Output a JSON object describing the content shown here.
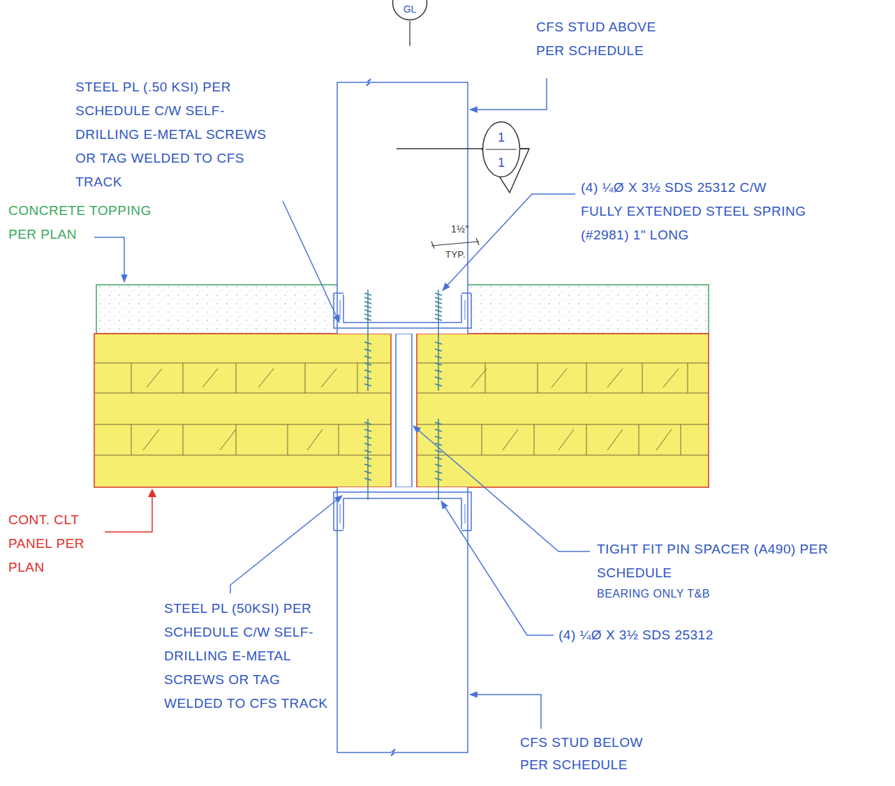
{
  "diagram": {
    "nodes": [
      {
        "text": [
          "GL"
        ]
      },
      {
        "text": [
          "1",
          "1"
        ]
      }
    ],
    "labels": [
      "STEEL PL (.50 KSI) PER SCHEDULE C/W SELF-DRILLING E-METAL SCREWS OR TAG WELDED TO CFS TRACK",
      "CFS STUD ABOVE PER SCHEDULE",
      "CONCRETE TOPPING PER PLAN",
      "1½\"",
      "TYP.",
      "(4) ¼Ø X 3½ SDS 25312 C/W FULLY EXTENDED STEEL SPRING (#2981) 1\" LONG",
      "TIGHT FIT PIN SPACER (A490) PER SCHEDULE",
      "BEARING ONLY T&B",
      "(4) ¼Ø X 3½ SDS 25312",
      "CONT. CLT PANEL PER PLAN",
      "STEEL PL (50KSI) PER SCHEDULE C/W SELF-DRILLING E-METAL SCREWS OR TAG WELDED TO CFS TRACK",
      "CFS STUD BELOW PER SCHEDULE"
    ]
  }
}
